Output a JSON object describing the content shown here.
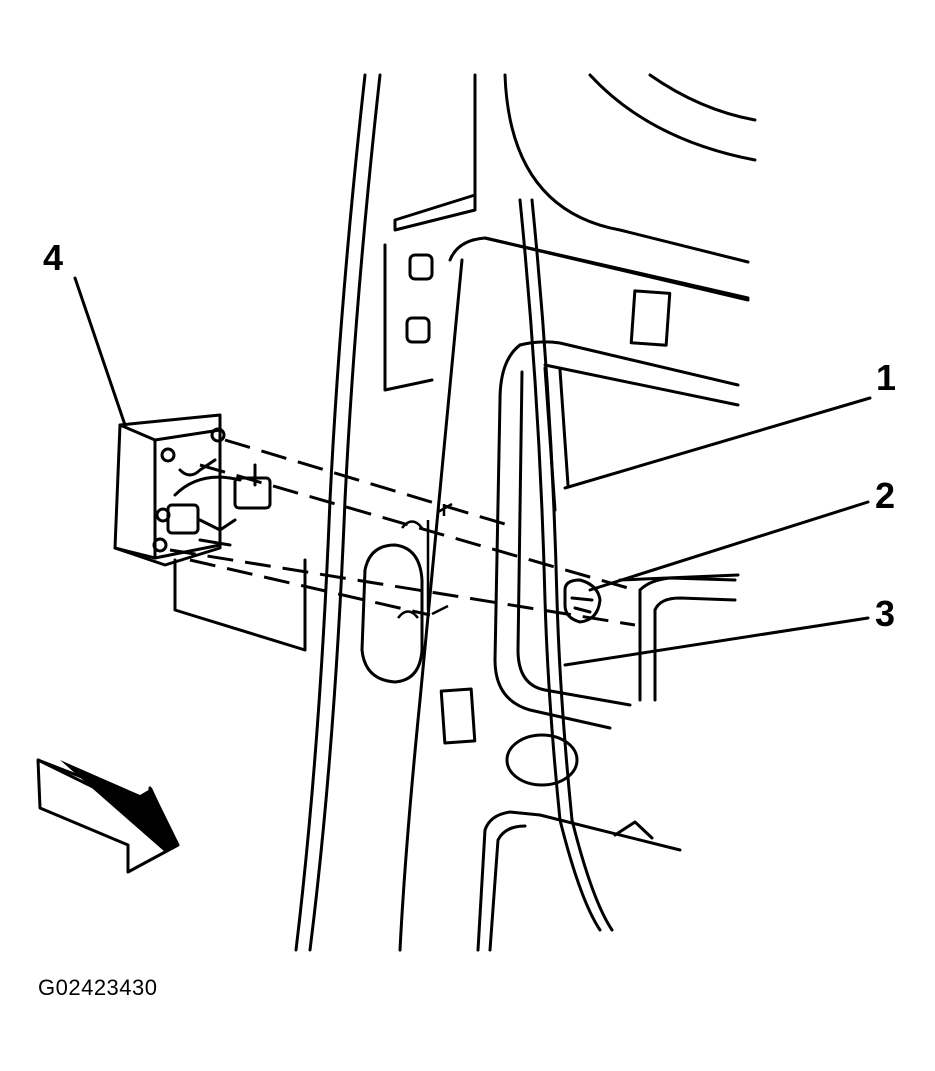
{
  "figure": {
    "id": "G02423430"
  },
  "callouts": [
    {
      "label": "1"
    },
    {
      "label": "2"
    },
    {
      "label": "3"
    },
    {
      "label": "4"
    }
  ],
  "colors": {
    "line": "#000000",
    "background": "#ffffff"
  },
  "icons": {
    "direction": "view-direction-arrow-icon"
  }
}
